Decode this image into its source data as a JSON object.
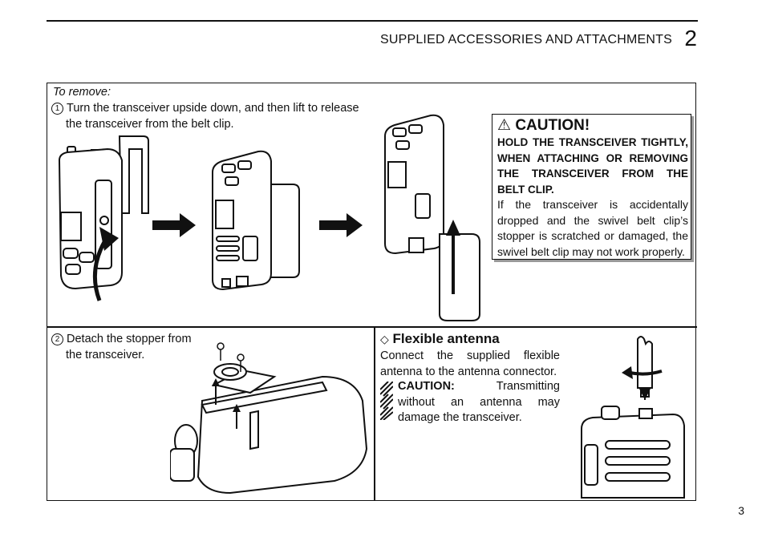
{
  "header": {
    "title": "SUPPLIED ACCESSORIES AND ATTACHMENTS",
    "section_number": "2"
  },
  "remove": {
    "heading": "To remove:",
    "step1_marker": "1",
    "step1_line1": "Turn the transceiver upside down, and then lift to release",
    "step1_line2": "the transceiver from the belt clip."
  },
  "caution_box": {
    "heading": "CAUTION!",
    "bold_text": "HOLD THE TRANSCEIVER TIGHTLY, WHEN ATTACHING OR REMOVING THE TRANSCEIVER FROM THE BELT CLIP.",
    "body_text": "If the transceiver is accidentally dropped and the swivel belt clip’s stopper is scratched or damaged, the swivel belt clip may not work properly."
  },
  "stopper": {
    "step2_marker": "2",
    "step2_line1": "Detach the stopper from",
    "step2_line2": "the transceiver."
  },
  "antenna": {
    "heading": "Flexible antenna",
    "body": "Connect the supplied flexible antenna to the antenna connector.",
    "caution_label": "CAUTION:",
    "caution_text": "Transmitting without an antenna may damage the transceiver."
  },
  "footer": {
    "page_number": "3"
  }
}
